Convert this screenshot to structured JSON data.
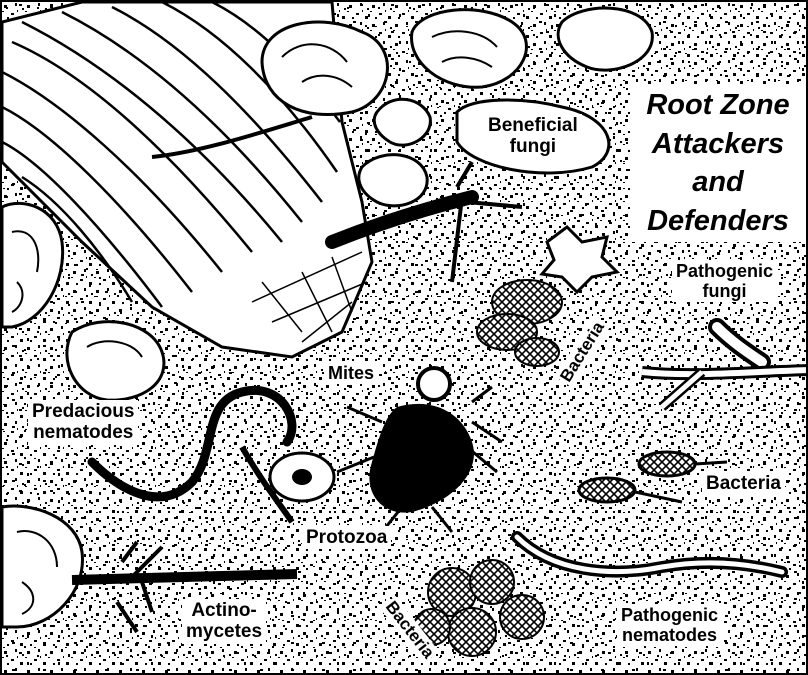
{
  "title": {
    "line1": "Root Zone",
    "line2": "Attackers",
    "line3": "and",
    "line4": "Defenders"
  },
  "labels": {
    "beneficial_fungi_1": "Beneficial",
    "beneficial_fungi_2": "fungi",
    "pathogenic_fungi_1": "Pathogenic",
    "pathogenic_fungi_2": "fungi",
    "bacteria_diagonal_upper": "Bacteria",
    "mites": "Mites",
    "predacious_nematodes_1": "Predacious",
    "predacious_nematodes_2": "nematodes",
    "bacteria_right": "Bacteria",
    "protozoa": "Protozoa",
    "actinomycetes_1": "Actino-",
    "actinomycetes_2": "mycetes",
    "bacteria_diagonal_lower": "Bacteria",
    "pathogenic_nematodes_1": "Pathogenic",
    "pathogenic_nematodes_2": "nematodes"
  },
  "colors": {
    "ink": "#000000",
    "paper": "#ffffff"
  }
}
